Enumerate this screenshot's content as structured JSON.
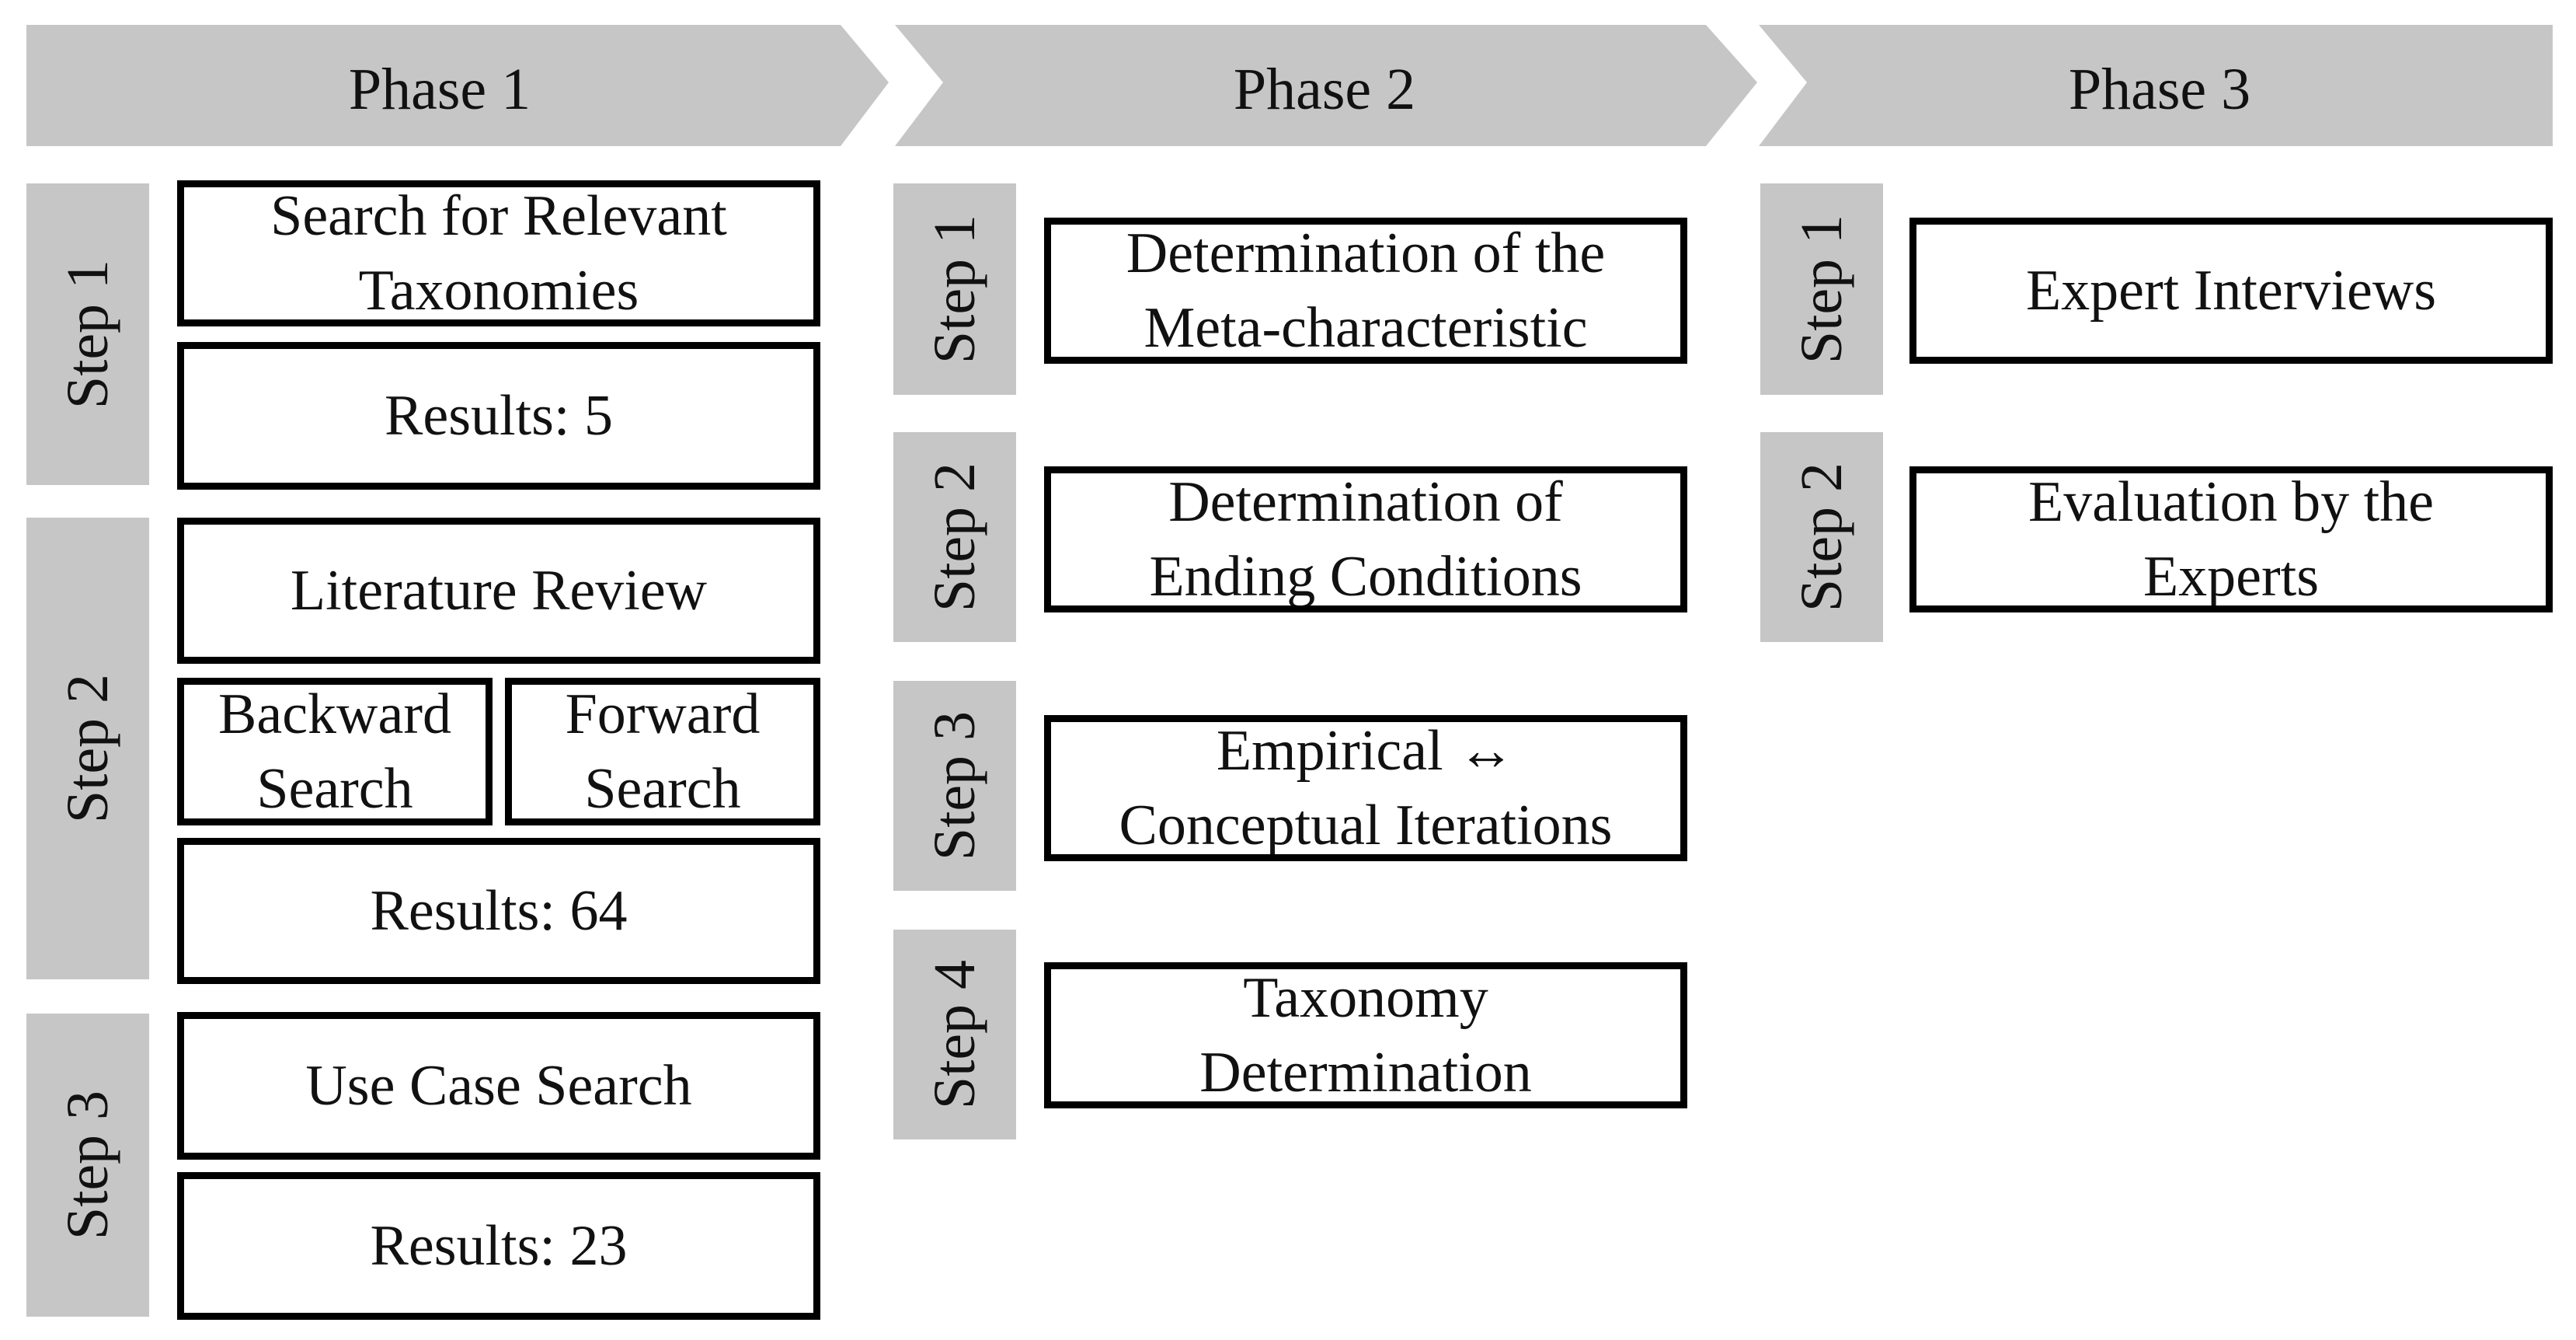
{
  "colors": {
    "chevron_fill": "#c6c6c6",
    "step_tab_fill": "#c6c6c6",
    "box_border": "#000000",
    "text": "#111111"
  },
  "phases": [
    {
      "label": "Phase 1",
      "steps": [
        {
          "label": "Step 1",
          "boxes": [
            "Search for Relevant\nTaxonomies",
            "Results:  5"
          ]
        },
        {
          "label": "Step 2",
          "boxes": [
            "Literature Review",
            "Backward\nSearch",
            "Forward\nSearch",
            "Results:  64"
          ]
        },
        {
          "label": "Step 3",
          "boxes": [
            "Use Case Search",
            "Results:  23"
          ]
        }
      ]
    },
    {
      "label": "Phase 2",
      "steps": [
        {
          "label": "Step 1",
          "boxes": [
            "Determination of  the\nMeta-characteristic"
          ]
        },
        {
          "label": "Step 2",
          "boxes": [
            "Determination of\nEnding Conditions"
          ]
        },
        {
          "label": "Step 3",
          "boxes": [
            "Empirical ↔\nConceptual Iterations"
          ]
        },
        {
          "label": "Step 4",
          "boxes": [
            "Taxonomy\nDetermination"
          ]
        }
      ]
    },
    {
      "label": "Phase 3",
      "steps": [
        {
          "label": "Step 1",
          "boxes": [
            "Expert Interviews"
          ]
        },
        {
          "label": "Step 2",
          "boxes": [
            "Evaluation by the\nExperts"
          ]
        }
      ]
    }
  ]
}
